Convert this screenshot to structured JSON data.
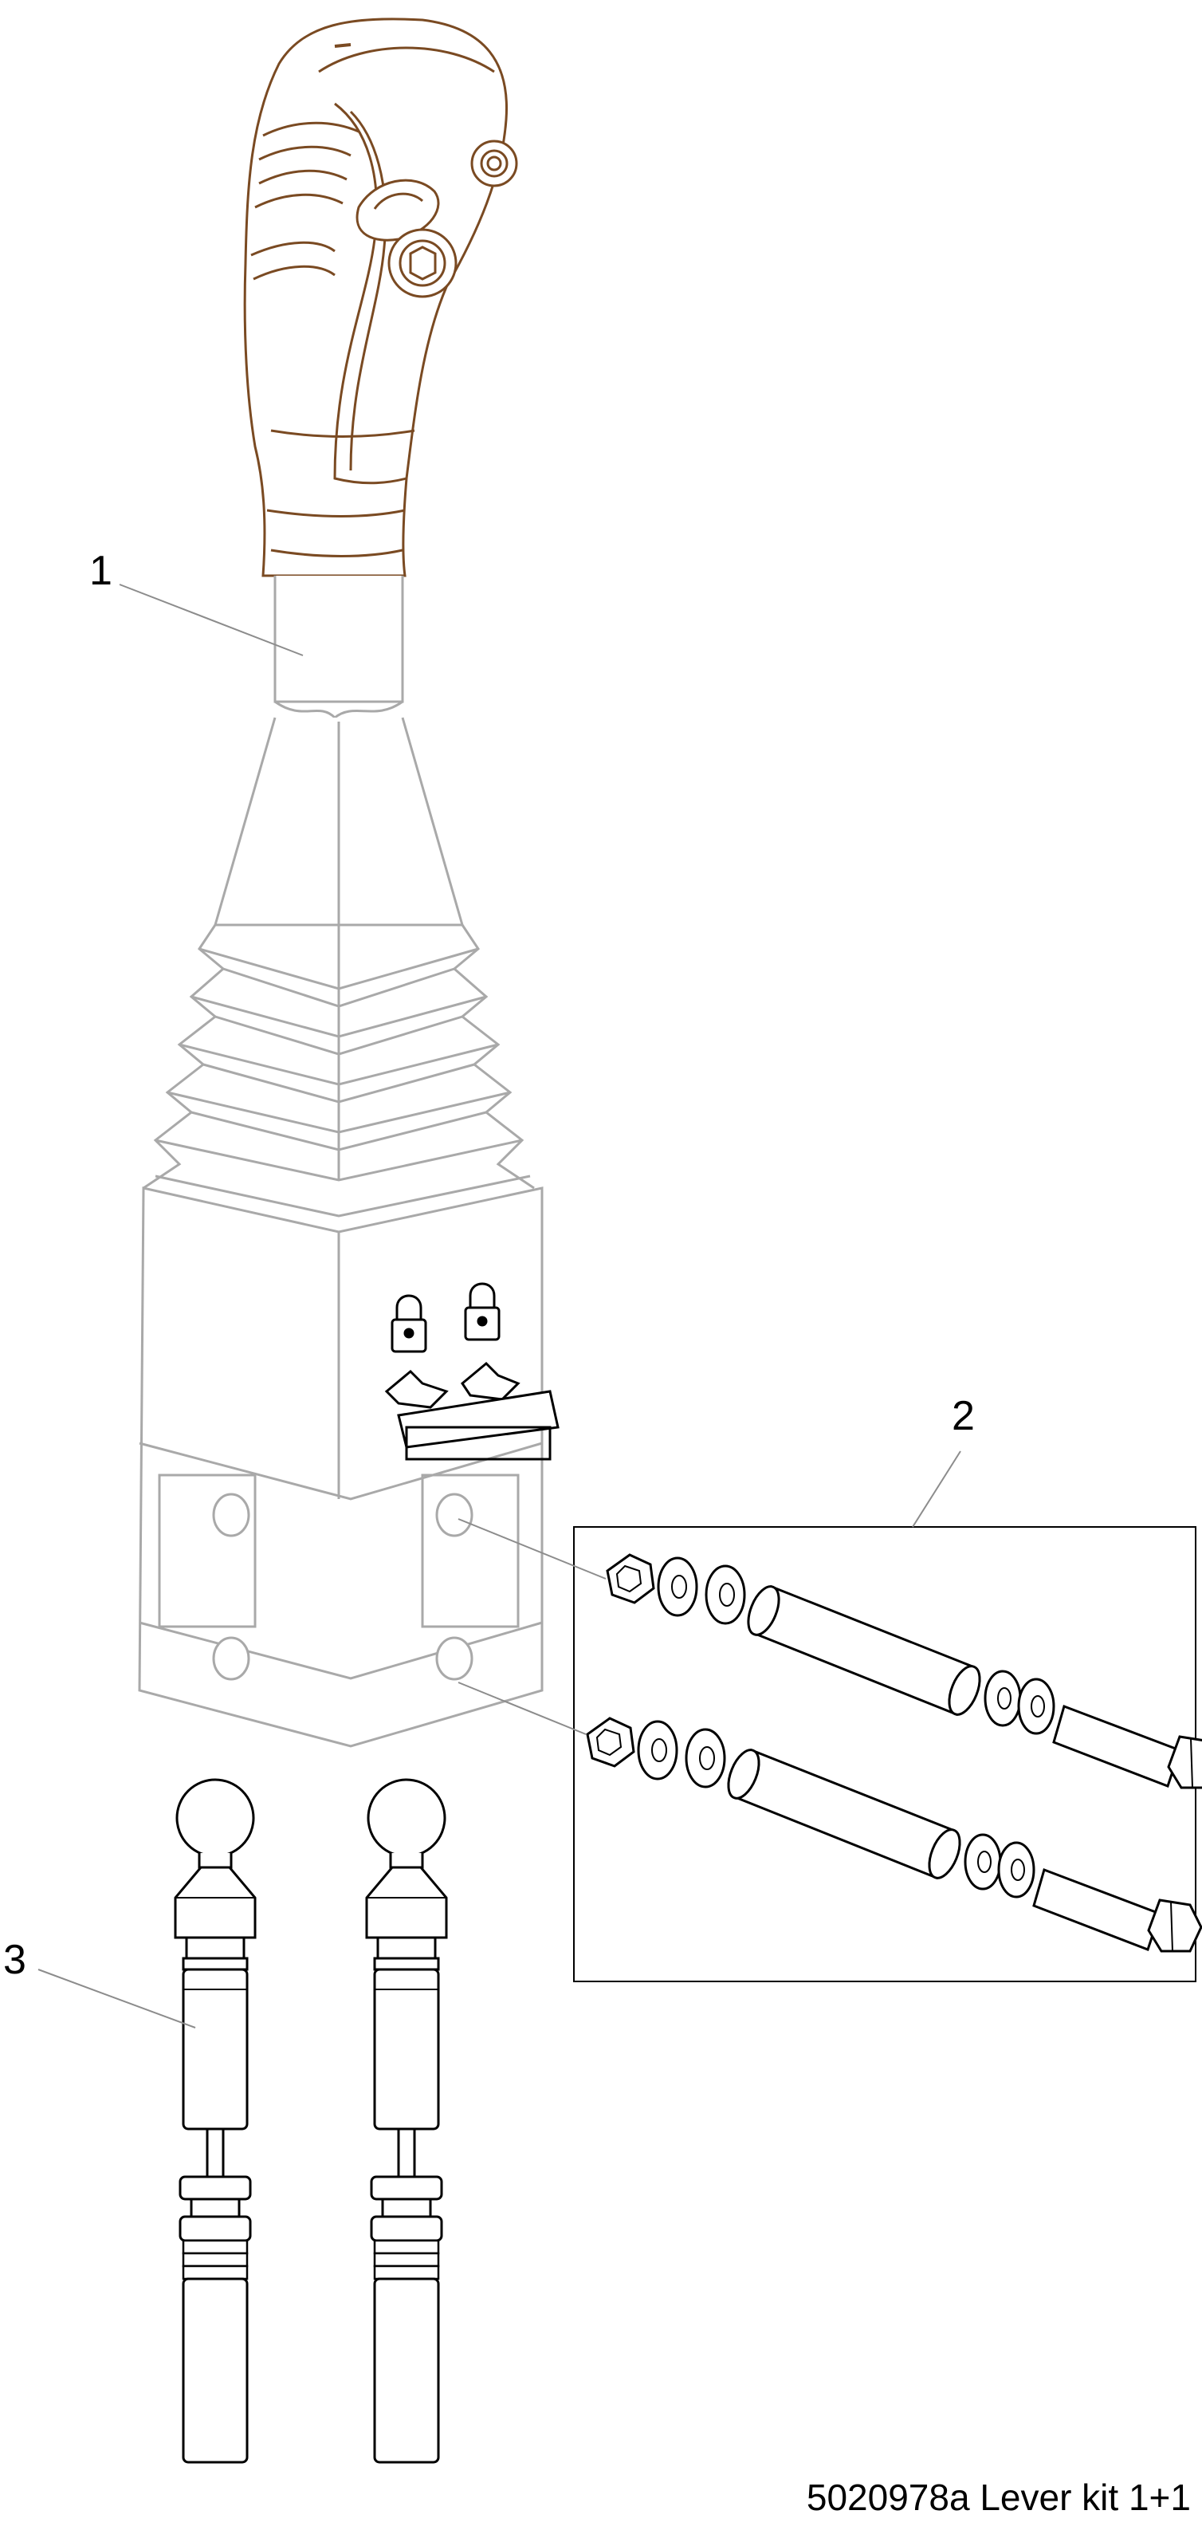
{
  "callouts": [
    {
      "id": "1",
      "label": "1"
    },
    {
      "id": "2",
      "label": "2"
    },
    {
      "id": "3",
      "label": "3"
    }
  ],
  "caption": "5020978a Lever kit 1+1",
  "colors": {
    "handle_line": "#7a4a22",
    "boot_line": "#a9a9a9",
    "part_line": "#000000",
    "leader_line": "#8c8c8c"
  }
}
